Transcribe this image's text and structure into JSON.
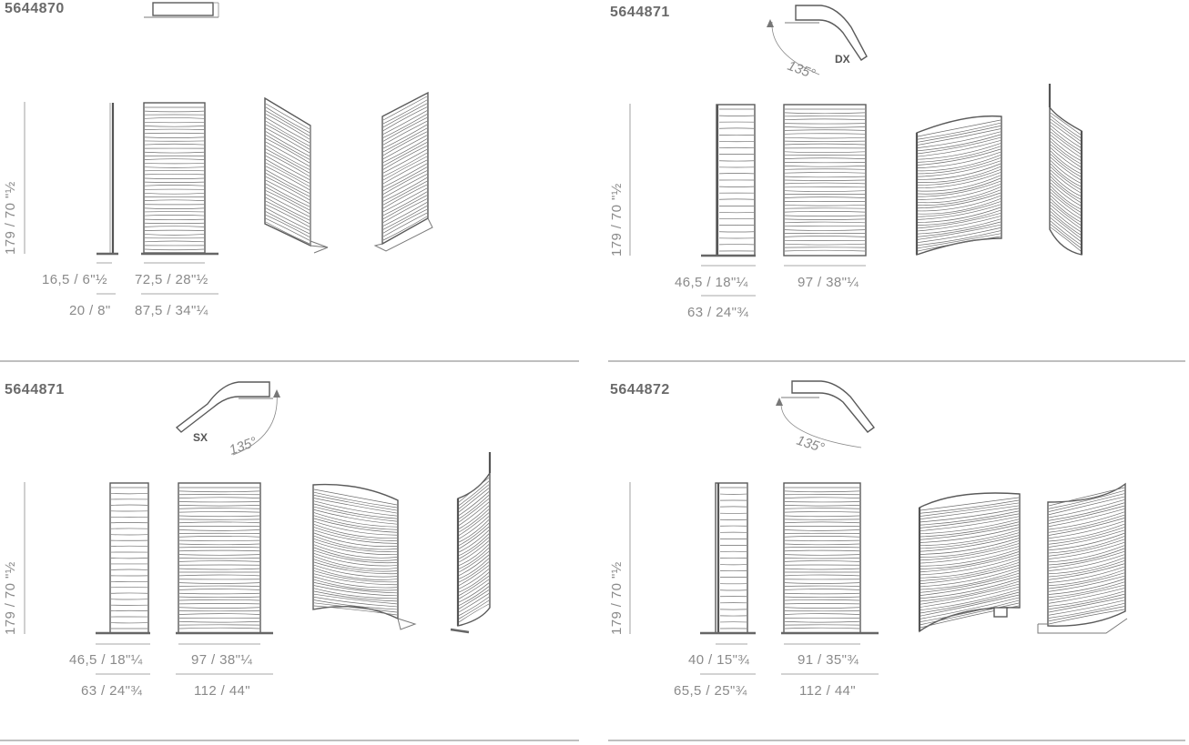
{
  "products": [
    {
      "code": "5644870",
      "height": "179 / 70 \"½",
      "depth_inner": "16,5 / 6\"½",
      "depth_outer": "20 / 8\"",
      "width_inner": "72,5 / 28\"½",
      "width_outer": "87,5 / 34\"¼"
    },
    {
      "code": "5644871",
      "direction": "DX",
      "angle": "135°",
      "height": "179 / 70 \"½",
      "depth_inner": "46,5 / 18\"¼",
      "depth_outer": "63 / 24\"¾",
      "width_inner": "97 / 38\"¼"
    },
    {
      "code": "5644871",
      "direction": "SX",
      "angle": "135°",
      "height": "179 / 70 \"½",
      "depth_inner": "46,5 / 18\"¼",
      "depth_outer": "63 / 24\"¾",
      "width_inner": "97 / 38\"¼",
      "width_outer": "112 / 44\""
    },
    {
      "code": "5644872",
      "angle": "135°",
      "height": "179 / 70 \"½",
      "depth_inner": "40 / 15\"¾",
      "depth_outer": "65,5 / 25\"¾",
      "width_inner": "91 / 35\"¾",
      "width_outer": "112 / 44\""
    }
  ]
}
